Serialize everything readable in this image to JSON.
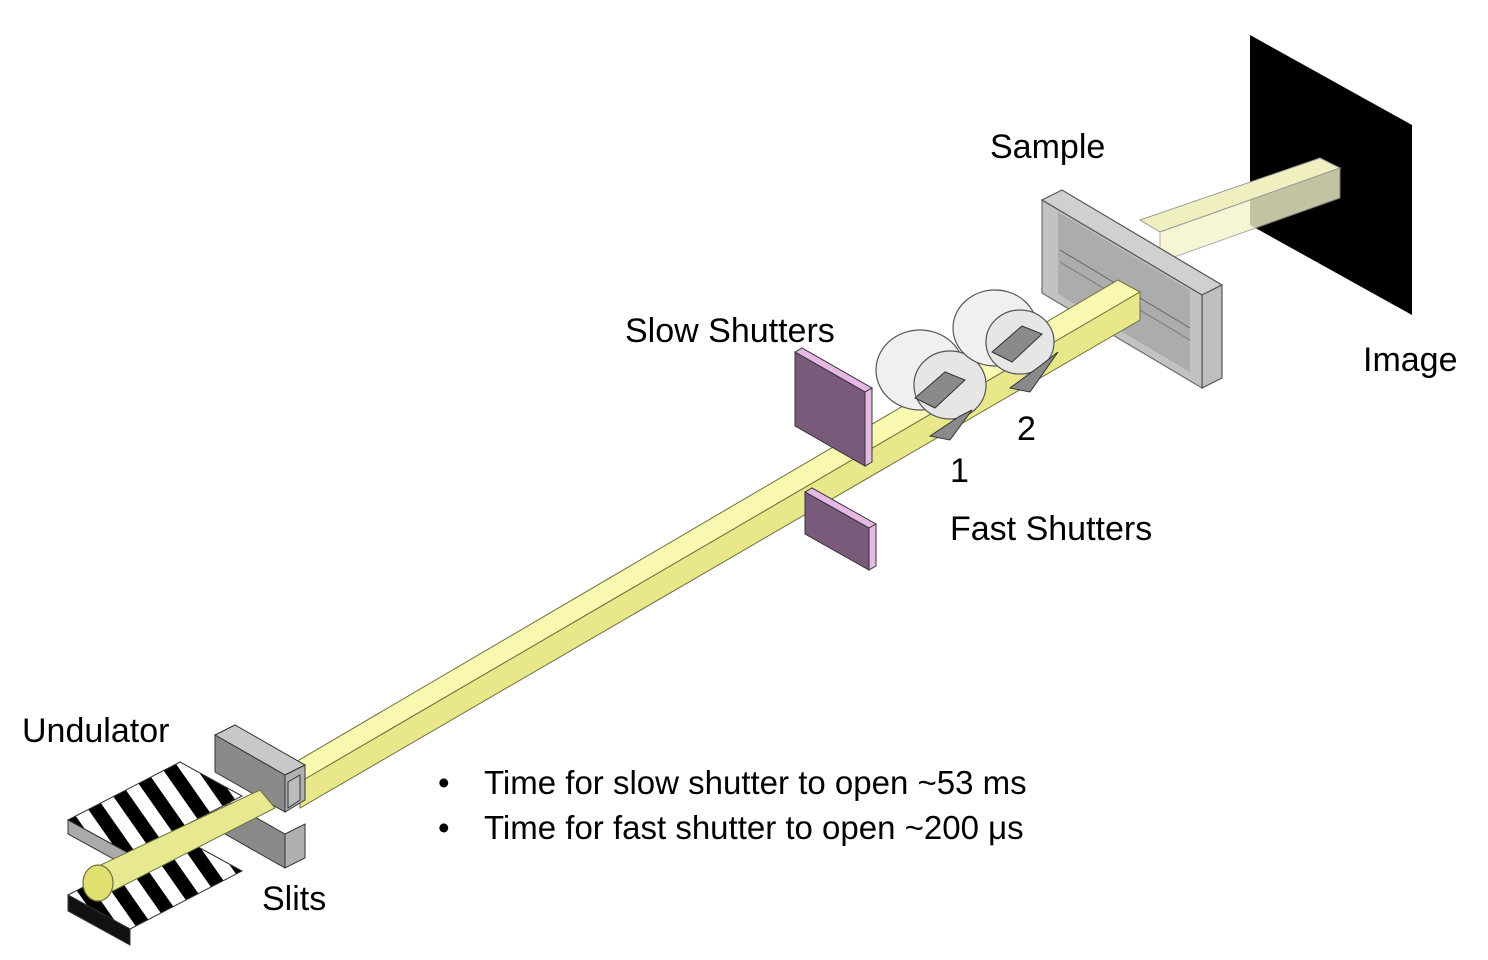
{
  "labels": {
    "undulator": "Undulator",
    "slits": "Slits",
    "slow_shutters": "Slow Shutters",
    "fast_shutters": "Fast Shutters",
    "fast_shutter_1": "1",
    "fast_shutter_2": "2",
    "sample": "Sample",
    "image": "Image"
  },
  "notes": [
    "Time for slow shutter to open ~53 ms",
    "Time for fast shutter to open ~200 μs"
  ],
  "colors": {
    "beam": "#f2f29a",
    "beam_side": "#d8d87a",
    "slow_shutter": "#7a5a7a",
    "slow_shutter_edge": "#e6b8e6",
    "slit_plate": "#8a8a8a",
    "detector": "#000000",
    "sample_housing": "#b0b0b0"
  }
}
